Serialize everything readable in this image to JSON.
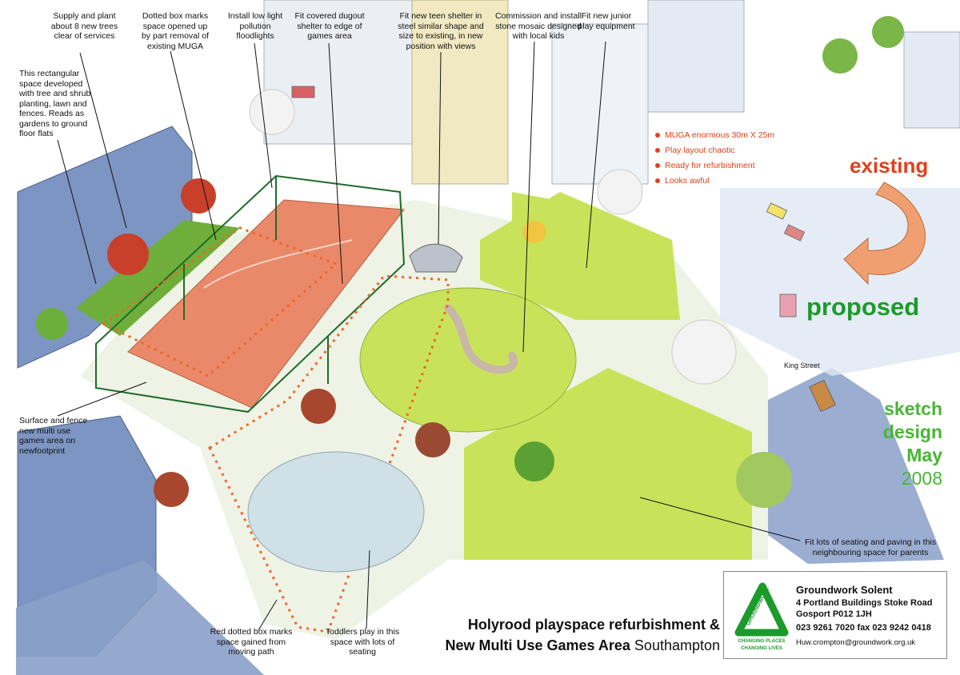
{
  "annotations": {
    "supply_trees": "Supply and plant about 8 new trees clear of services",
    "dotted_box": "Dotted box marks space opened up by part removal of existing MUGA",
    "floodlights": "Install low light pollution floodlights",
    "dugout": "Fit covered dugout shelter to edge of games area",
    "teen_shelter": "Fit new teen shelter in steel similar shape and size to existing, in new position with views",
    "mosaic": "Commission and install stone mosaic designed with local kids",
    "junior_play": "Fit new junior play equipment",
    "rect_space": "This rectangular space developed with tree and shrub planting, lawn and fences. Reads as gardens to ground floor flats",
    "surface_fence": "Surface and fence new multi use games area on newfootprint",
    "red_dotted": "Red dotted box marks space gained from moving path",
    "toddlers": "Toddlers play in this space with lots of seating",
    "seating": "Fit lots of seating and paving in this neighbouring space for parents",
    "king_street": "King Street"
  },
  "existing_notes": [
    "MUGA enormous 30m X 25m",
    "Play layout chaotic",
    "Ready for refurbishment",
    "Looks awful"
  ],
  "labels": {
    "existing": "existing",
    "proposed": "proposed",
    "sketch": "sketch",
    "design": "design",
    "month": "May",
    "year": "2008"
  },
  "title": {
    "line1": "Holyrood playspace refurbishment &",
    "line2_bold": "New Multi Use Games Area",
    "line2_plain": "Southampton"
  },
  "contact": {
    "org": "Groundwork Solent",
    "address1": "4 Portland Buildings Stoke Road",
    "address2": "Gosport P012 1JH",
    "phone": "023 9261 7020 fax 023 9242 0418",
    "email": "Huw.crompton@groundwork.org.uk",
    "logo_word": "GROUNDWORK",
    "logo_tag1": "CHANGING PLACES",
    "logo_tag2": "CHANGING LIVES"
  },
  "colors": {
    "red_accent": "#e0401a",
    "green_accent": "#1c9a2a",
    "light_green": "#49b535",
    "arrow": "#f0a070",
    "lawn": "#c8e35a",
    "court": "#e9896a",
    "building": "#7d95c2",
    "fence": "#1f6b2a",
    "dotted": "#f26522"
  },
  "icons": [
    "groundwork-triangle-logo",
    "curved-arrow"
  ]
}
